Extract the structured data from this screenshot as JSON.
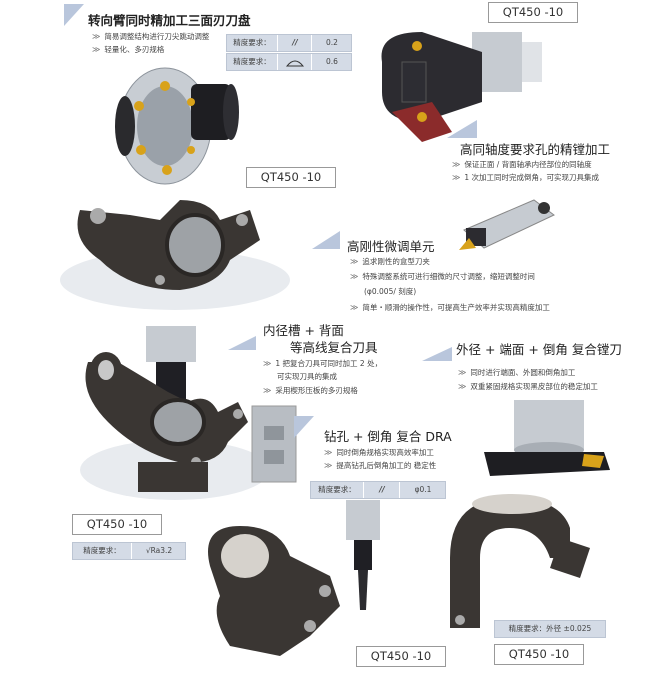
{
  "sec1": {
    "title": "转向臂同时精加工三面刃刀盘",
    "bullets": [
      "简易调整结构进行刀尖跳动调整",
      "轻量化、多刃规格"
    ],
    "spec_rows": [
      {
        "label": "精度要求：",
        "symbol": "//",
        "value": "0.2"
      },
      {
        "label": "精度要求：",
        "symbol": "profile-of-line-icon",
        "value": "0.6"
      }
    ]
  },
  "label_top_right": "QT450 -10",
  "label_left_mid": "QT450 -10",
  "sec2": {
    "title": "高同轴度要求孔的精镗加工",
    "bullets": [
      "保证正面 / 背面轴承内径部位的同轴度",
      "1 次加工同时完成倒角，可实现刀具集成"
    ]
  },
  "sec3": {
    "title": "高刚性微调单元",
    "bullets": [
      "追求刚性的盒型刀夹",
      "特殊调整系统可进行细微的尺寸调整，缩短调整时间",
      "(φ0.005/ 刻度)",
      "简单・顺滑的操作性，可提高生产效率并实现高精度加工"
    ]
  },
  "sec4": {
    "title_line1": "内径槽 + 背面",
    "title_line2": "等高线复合刀具",
    "bullets": [
      "1 把复合刀具可同时加工 2 处，",
      "可实现刀具的集成",
      "采用楔形压板的多刃规格"
    ]
  },
  "sec5": {
    "title": "外径 + 端面 + 倒角  复合镗刀",
    "bullets": [
      "同时进行端面、外圆和倒角加工",
      "双重紧固规格实现黑皮部位的稳定加工"
    ]
  },
  "sec6": {
    "title": "钻孔 + 倒角  复合 DRA",
    "bullets": [
      "同时倒角规格实现高效率加工",
      "提高钻孔后倒角加工的 稳定性"
    ],
    "spec": {
      "label": "精度要求：",
      "symbol": "//",
      "value": "φ0.1"
    }
  },
  "label_left_low": "QT450 -10",
  "spec_roughness": {
    "label": "精度要求：",
    "value": "Ra3.2"
  },
  "spec_outer": {
    "text": "精度要求：外径 ±0.025"
  },
  "label_bottom_mid": "QT450 -10",
  "label_bottom_right": "QT450 -10",
  "colors": {
    "accent": "#7f9cc9",
    "spec_bg": "#d4dbe6",
    "part": "#3a3633",
    "steel": "#bfc4ca",
    "insert": "#d8a21a"
  }
}
